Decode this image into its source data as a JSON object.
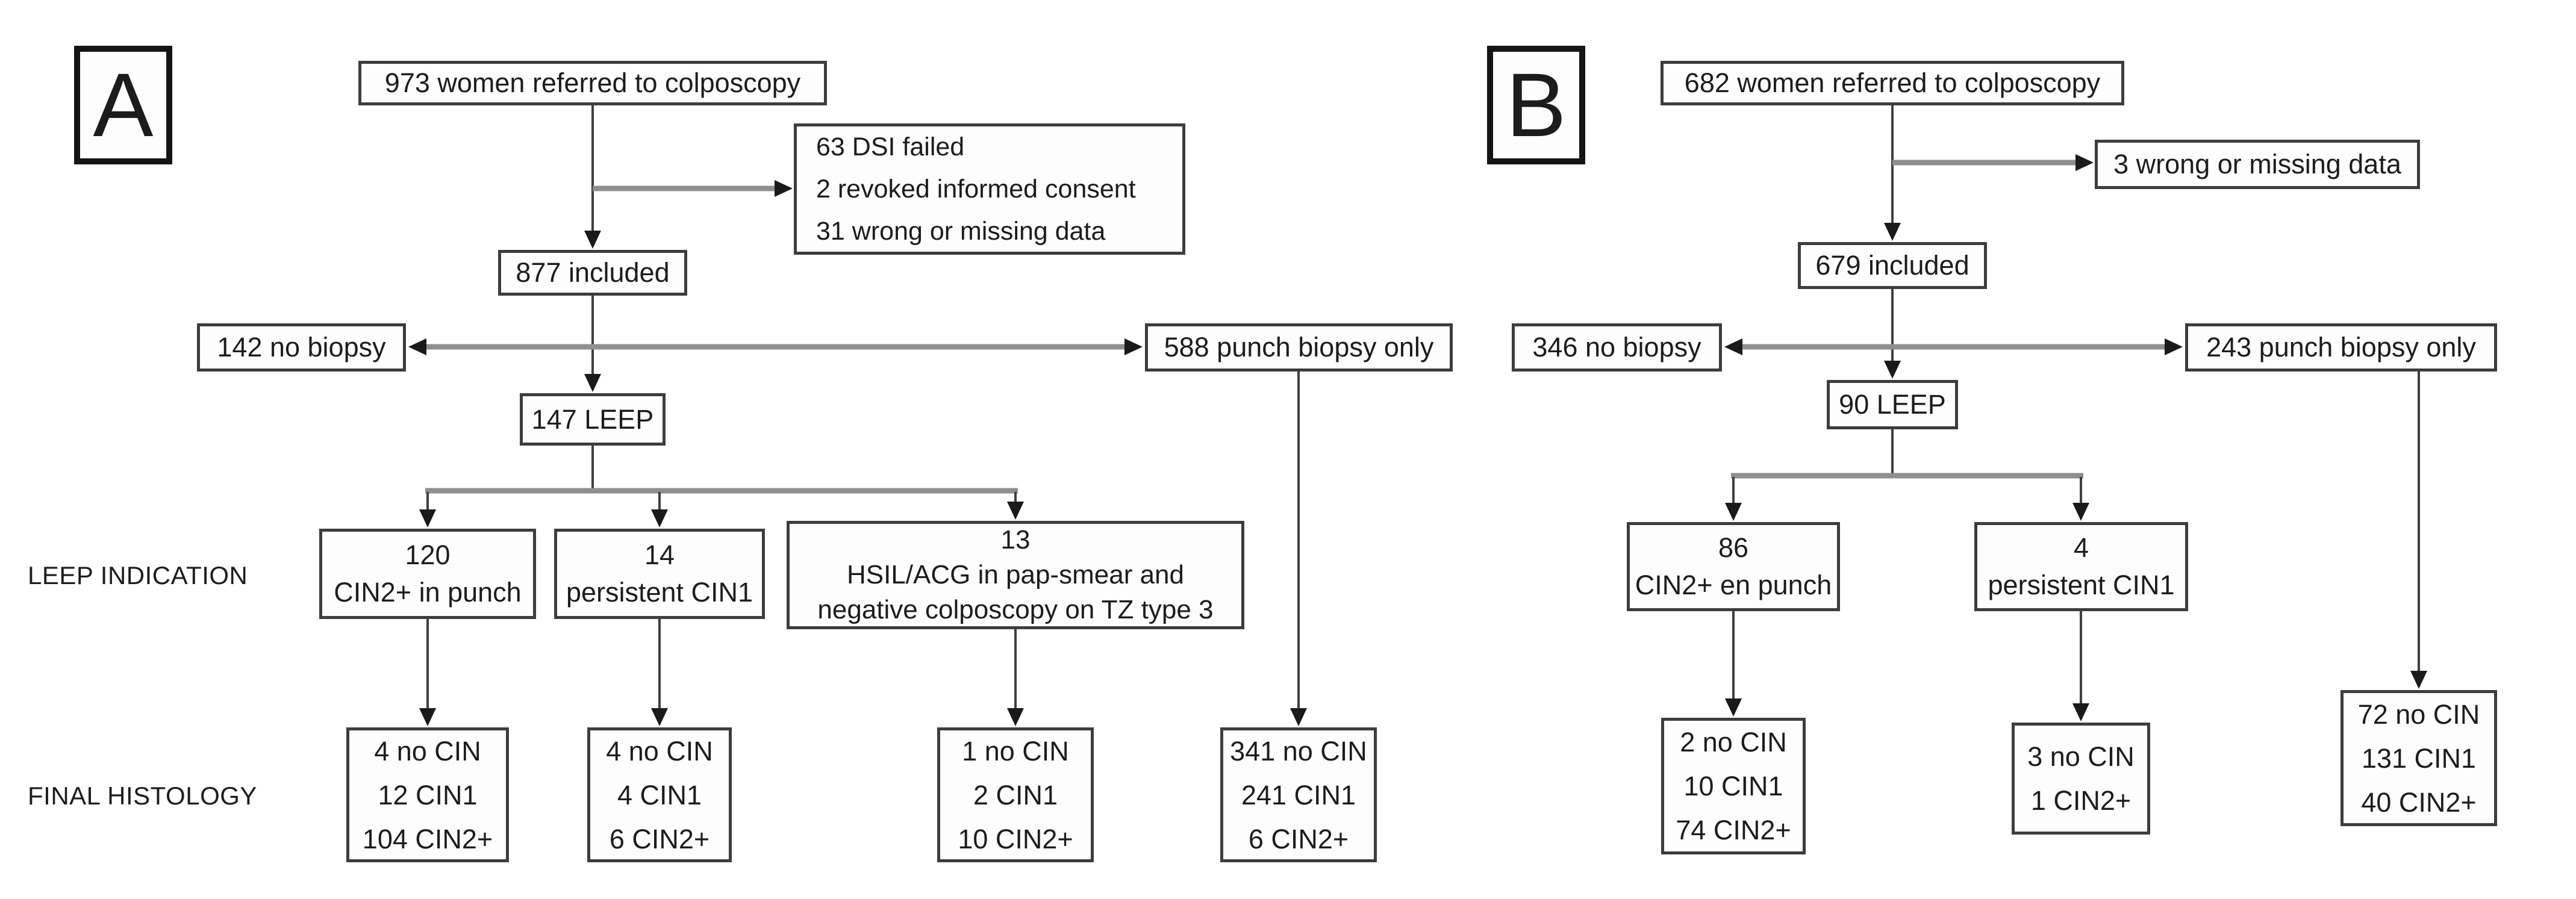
{
  "figure": {
    "background": "#ffffff",
    "text_color": "#1c1c1c",
    "box_border_color": "#3d3d3d",
    "connector_thin_color": "#3f3f3f",
    "connector_thick_color": "#8f8f8f",
    "row_labels": {
      "leep_indication": "LEEP INDICATION",
      "final_histology": "FINAL HISTOLOGY"
    }
  },
  "panel_a": {
    "label": "A",
    "referred": "973 women referred to colposcopy",
    "excluded": [
      "63 DSI failed",
      "2 revoked informed consent",
      "31 wrong or missing data"
    ],
    "included": "877 included",
    "no_biopsy": "142 no biopsy",
    "punch_biopsy_only": "588 punch biopsy only",
    "leep": "147 LEEP",
    "indications": [
      {
        "count": "120",
        "lines": [
          "CIN2+ in punch"
        ]
      },
      {
        "count": "14",
        "lines": [
          "persistent CIN1"
        ]
      },
      {
        "count": "13",
        "lines": [
          "HSIL/ACG in pap-smear and",
          "negative colposcopy on TZ type 3"
        ]
      }
    ],
    "histology": [
      [
        "4 no CIN",
        "12 CIN1",
        "104 CIN2+"
      ],
      [
        "4 no CIN",
        "4 CIN1",
        "6 CIN2+"
      ],
      [
        "1 no CIN",
        "2 CIN1",
        "10 CIN2+"
      ],
      [
        "341 no CIN",
        "241 CIN1",
        "6 CIN2+"
      ]
    ]
  },
  "panel_b": {
    "label": "B",
    "referred": "682 women referred to colposcopy",
    "excluded": [
      "3 wrong or missing data"
    ],
    "included": "679 included",
    "no_biopsy": "346 no biopsy",
    "punch_biopsy_only": "243 punch biopsy only",
    "leep": "90 LEEP",
    "indications": [
      {
        "count": "86",
        "lines": [
          "CIN2+ en punch"
        ]
      },
      {
        "count": "4",
        "lines": [
          "persistent CIN1"
        ]
      }
    ],
    "histology": [
      [
        "2 no CIN",
        "10 CIN1",
        "74 CIN2+"
      ],
      [
        "3 no CIN",
        "1 CIN2+"
      ],
      [
        "72 no CIN",
        "131 CIN1",
        "40 CIN2+"
      ]
    ]
  }
}
